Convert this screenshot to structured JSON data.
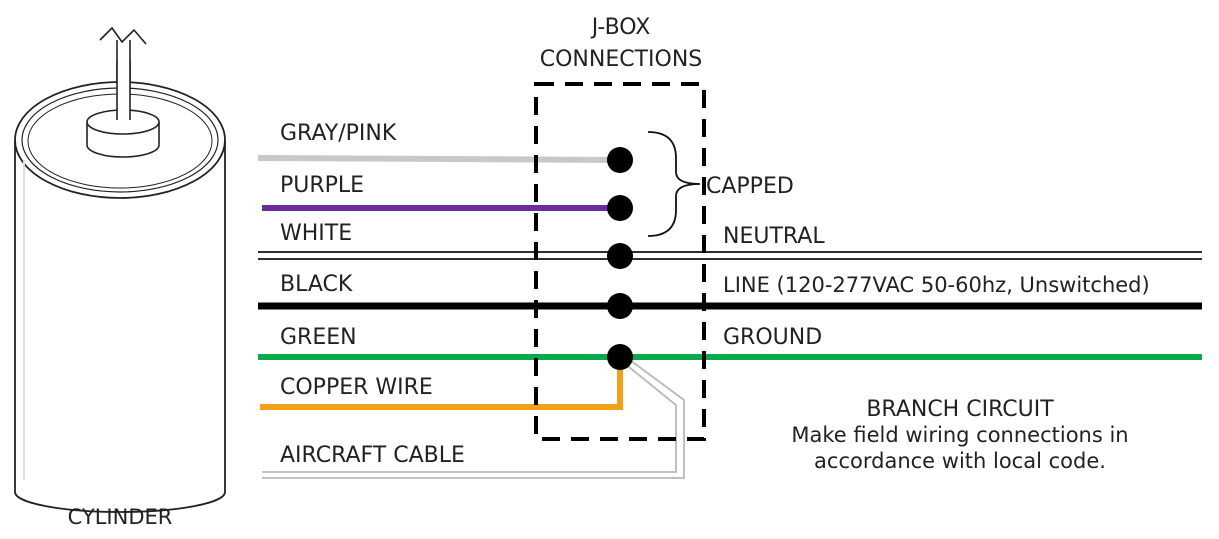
{
  "title": {
    "line1": "J-BOX",
    "line2": "CONNECTIONS"
  },
  "fixture": {
    "label": "CYLINDER"
  },
  "wires": {
    "gray_pink": {
      "label": "GRAY/PINK",
      "color": "#c8c8c8"
    },
    "purple": {
      "label": "PURPLE",
      "color": "#6a2d9a"
    },
    "white": {
      "label": "WHITE",
      "color": "#ffffff"
    },
    "black": {
      "label": "BLACK",
      "color": "#000000"
    },
    "green": {
      "label": "GREEN",
      "color": "#0aaa4a"
    },
    "copper": {
      "label": "COPPER WIRE",
      "color": "#f5a01a"
    },
    "aircraft": {
      "label": "AIRCRAFT CABLE",
      "color": "#b8b8b8"
    }
  },
  "outputs": {
    "capped": "CAPPED",
    "neutral": "NEUTRAL",
    "line": "LINE (120-277VAC 50-60hz, Unswitched)",
    "ground": "GROUND"
  },
  "note": {
    "heading": "BRANCH CIRCUIT",
    "line1": "Make field wiring connections in",
    "line2": "accordance with local code."
  }
}
